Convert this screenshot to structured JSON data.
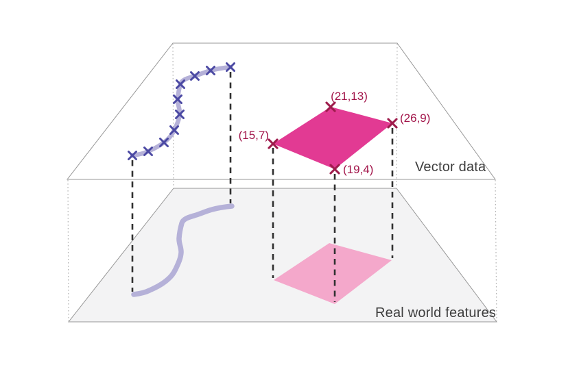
{
  "diagram": {
    "upper_plane_caption": "Vector data",
    "lower_plane_caption": "Real world features",
    "polygon_vertex_labels": {
      "left": "(15,7)",
      "top": "(21,13)",
      "right": "(26,9)",
      "bottom": "(19,4)"
    }
  },
  "colors": {
    "plane_stroke": "#979797",
    "upper_plane_fill": "#ffffff",
    "lower_plane_fill": "#f3f3f4",
    "corner_connector": "#b2b2b2",
    "dashed_projection": "#303030",
    "curve_lavender": "#b5b1d8",
    "polyline_marker_blue": "#4b49a3",
    "polygon_magenta": "#e23a93",
    "polygon_pink_real": "#f4a8cb",
    "vertex_marker_crimson": "#9e1c4c",
    "coord_label_text": "#a2154a",
    "caption_text": "#3d3d3d"
  }
}
